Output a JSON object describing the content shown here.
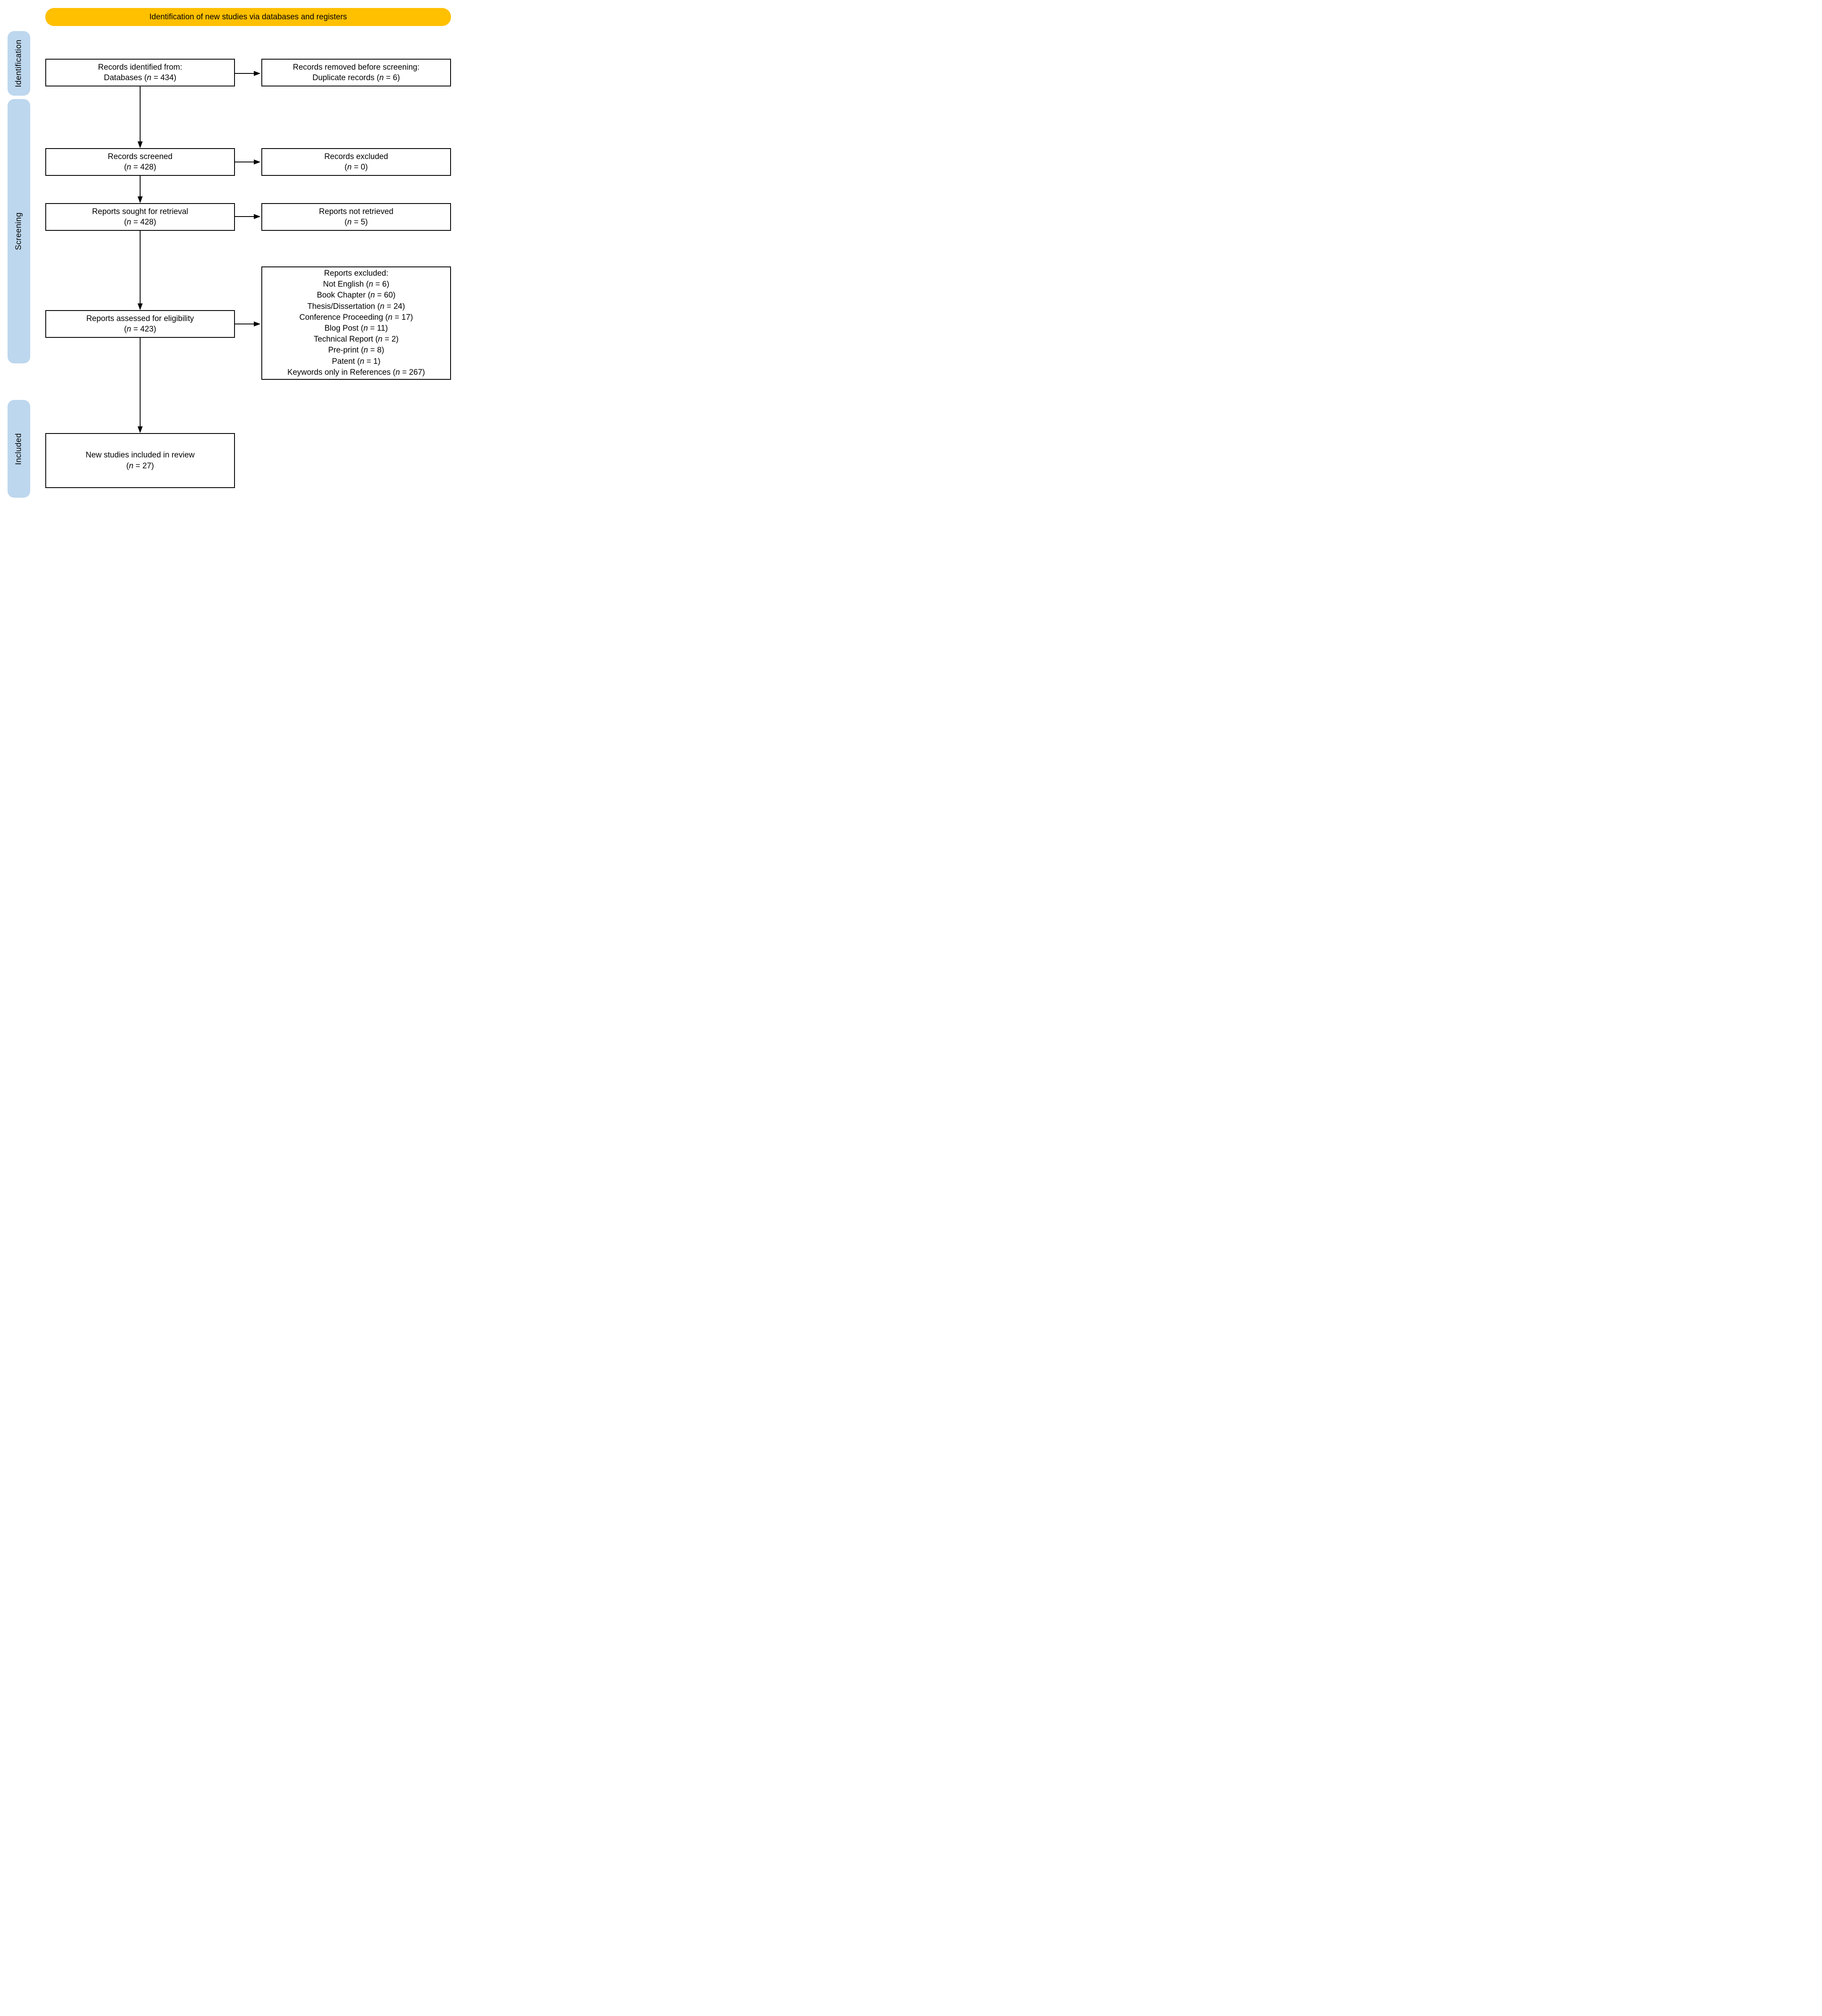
{
  "header": {
    "title": "Identification of new studies via databases and registers"
  },
  "colors": {
    "header_bg": "#FFC000",
    "side_label_bg": "#BDD7EE",
    "box_border": "#000000",
    "arrow": "#000000"
  },
  "side_labels": {
    "identification": "Identification",
    "screening": "Screening",
    "included": "Included"
  },
  "boxes": {
    "records_identified": {
      "lines": [
        "Records identified from:",
        "Databases (n = 434)"
      ]
    },
    "records_removed": {
      "lines": [
        "Records removed before screening:",
        "Duplicate records (n = 6)"
      ]
    },
    "records_screened": {
      "lines": [
        "Records screened",
        "(n = 428)"
      ]
    },
    "records_excluded": {
      "lines": [
        "Records excluded",
        "(n = 0)"
      ]
    },
    "reports_sought": {
      "lines": [
        "Reports sought for retrieval",
        "(n = 428)"
      ]
    },
    "reports_not_retrieved": {
      "lines": [
        "Reports not retrieved",
        "(n = 5)"
      ]
    },
    "reports_assessed": {
      "lines": [
        "Reports assessed for eligibility",
        "(n = 423)"
      ]
    },
    "reports_excluded": {
      "lines": [
        "Reports excluded:",
        "Not English (n = 6)",
        "Book Chapter (n = 60)",
        "Thesis/Dissertation (n = 24)",
        "Conference Proceeding (n = 17)",
        "Blog Post (n = 11)",
        "Technical Report (n = 2)",
        "Pre-print (n = 8)",
        "Patent (n = 1)",
        "Keywords only in References (n = 267)"
      ]
    },
    "new_studies": {
      "lines": [
        "New studies included in review",
        "(n = 27)"
      ]
    }
  }
}
